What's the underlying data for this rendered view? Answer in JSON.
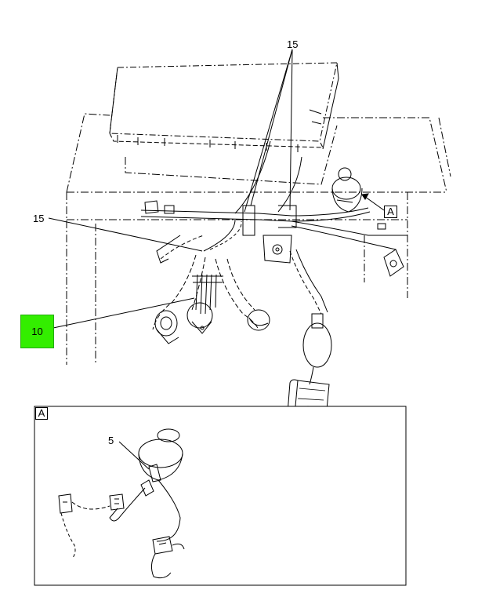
{
  "callouts": {
    "top_15": "15",
    "left_15": "15",
    "item_10": "10",
    "inset_5": "5"
  },
  "view_labels": {
    "view_a_pointer": "A",
    "inset_a": "A"
  },
  "colors": {
    "highlight": "#33ee00",
    "line": "#000000",
    "background": "#ffffff"
  }
}
